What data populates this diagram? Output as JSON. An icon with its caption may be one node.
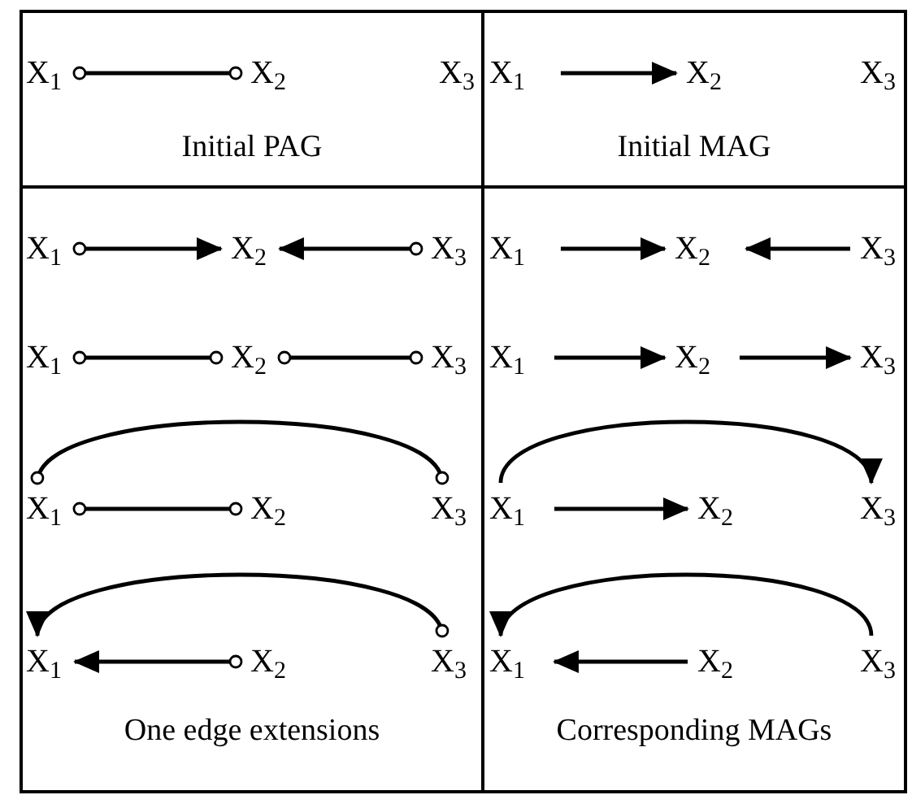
{
  "diagram": {
    "nodes": [
      {
        "text": [
          "Initial PAG"
        ]
      },
      {
        "text": [
          "X$_{1}$"
        ],
        "in": 0
      },
      {
        "text": [
          "X$_{2}$"
        ],
        "in": 0
      },
      {
        "text": [
          "X$_{3}$"
        ],
        "in": 0
      },
      {
        "text": [
          "Initial MAG"
        ]
      },
      {
        "text": [
          "X$_{1}$"
        ],
        "in": 4
      },
      {
        "text": [
          "X$_{2}$"
        ],
        "in": 4
      },
      {
        "text": [
          "X$_{3}$"
        ],
        "in": 4
      },
      {
        "text": [
          "One edge extensions"
        ]
      },
      {
        "text": [
          "X$_{1}$"
        ],
        "in": 8
      },
      {
        "text": [
          "X$_{2}$"
        ],
        "in": 8
      },
      {
        "text": [
          "X$_{3}$"
        ],
        "in": 8
      },
      {
        "text": [
          "X$_{1}$"
        ],
        "in": 8
      },
      {
        "text": [
          "X$_{2}$"
        ],
        "in": 8
      },
      {
        "text": [
          "X$_{3}$"
        ],
        "in": 8
      },
      {
        "text": [
          "X$_{1}$"
        ],
        "in": 8
      },
      {
        "text": [
          "X$_{2}$"
        ],
        "in": 8
      },
      {
        "text": [
          "X$_{3}$"
        ],
        "in": 8
      },
      {
        "text": [
          "X$_{1}$"
        ],
        "in": 8
      },
      {
        "text": [
          "X$_{2}$"
        ],
        "in": 8
      },
      {
        "text": [
          "X$_{3}$"
        ],
        "in": 8
      },
      {
        "text": [
          "Corresponding MAGs"
        ]
      },
      {
        "text": [
          "X$_{1}$"
        ],
        "in": 21
      },
      {
        "text": [
          "X$_{2}$"
        ],
        "in": 21
      },
      {
        "text": [
          "X$_{3}$"
        ],
        "in": 21
      },
      {
        "text": [
          "X$_{1}$"
        ],
        "in": 21
      },
      {
        "text": [
          "X$_{2}$"
        ],
        "in": 21
      },
      {
        "text": [
          "X$_{3}$"
        ],
        "in": 21
      },
      {
        "text": [
          "X$_{1}$"
        ],
        "in": 21
      },
      {
        "text": [
          "X$_{2}$"
        ],
        "in": 21
      },
      {
        "text": [
          "X$_{3}$"
        ],
        "in": 21
      },
      {
        "text": [
          "X$_{1}$"
        ],
        "in": 21
      },
      {
        "text": [
          "X$_{2}$"
        ],
        "in": 21
      },
      {
        "text": [
          "X$_{3}$"
        ],
        "in": 21
      }
    ],
    "edges": [
      {
        "from": 1,
        "to": 2,
        "arrow": "other"
      },
      {
        "from": 5,
        "to": 6,
        "arrow": "to"
      },
      {
        "from": 9,
        "to": 10,
        "arrow": "to"
      },
      {
        "from": 11,
        "to": 10,
        "arrow": "to"
      },
      {
        "from": 12,
        "to": 13,
        "arrow": "other"
      },
      {
        "from": 13,
        "to": 14,
        "arrow": "other"
      },
      {
        "from": 15,
        "to": 16,
        "arrow": "other"
      },
      {
        "from": 15,
        "to": 17,
        "arrow": "other"
      },
      {
        "from": 19,
        "to": 18,
        "arrow": "to"
      },
      {
        "from": 20,
        "to": 18,
        "arrow": "to"
      },
      {
        "from": 22,
        "to": 23,
        "arrow": "to"
      },
      {
        "from": 24,
        "to": 23,
        "arrow": "to"
      },
      {
        "from": 25,
        "to": 26,
        "arrow": "to"
      },
      {
        "from": 26,
        "to": 27,
        "arrow": "to"
      },
      {
        "from": 28,
        "to": 29,
        "arrow": "to"
      },
      {
        "from": 28,
        "to": 30,
        "arrow": "to"
      },
      {
        "from": 32,
        "to": 31,
        "arrow": "to"
      },
      {
        "from": 33,
        "to": 31,
        "arrow": "to"
      }
    ]
  }
}
